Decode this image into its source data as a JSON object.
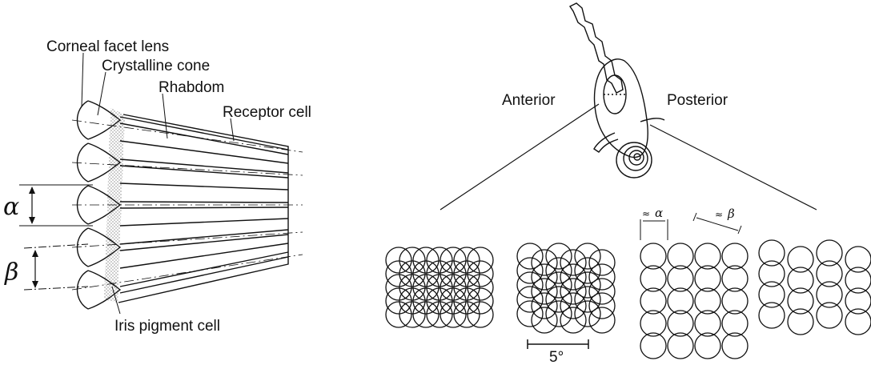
{
  "left_panel": {
    "labels": {
      "corneal_facet_lens": "Corneal facet lens",
      "crystalline_cone": "Crystalline cone",
      "rhabdom": "Rhabdom",
      "receptor_cell": "Receptor cell",
      "iris_pigment_cell": "Iris pigment cell"
    },
    "angles": {
      "alpha": "α",
      "beta": "β"
    }
  },
  "right_panel": {
    "labels": {
      "anterior": "Anterior",
      "posterior": "Posterior"
    },
    "sampling_patterns": {
      "alpha_label": "α",
      "beta_label": "β",
      "approx_symbol": "≈"
    },
    "scale_bar": {
      "label": "5°"
    }
  }
}
